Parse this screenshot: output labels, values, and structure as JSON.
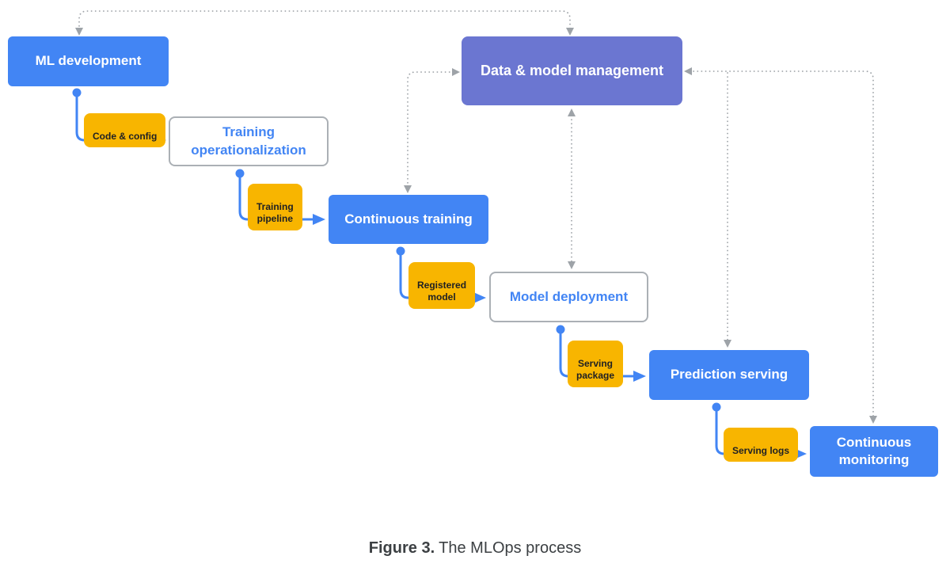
{
  "nodes": {
    "ml_development": {
      "label": "ML development"
    },
    "training_operationalization": {
      "label": "Training\noperationalization"
    },
    "continuous_training": {
      "label": "Continuous training"
    },
    "model_deployment": {
      "label": "Model deployment"
    },
    "prediction_serving": {
      "label": "Prediction serving"
    },
    "continuous_monitoring": {
      "label": "Continuous\nmonitoring"
    },
    "data_model_management": {
      "label": "Data & model management"
    }
  },
  "artifact_labels": {
    "code_config": "Code & config",
    "training_pipeline": "Training\npipeline",
    "registered_model": "Registered\nmodel",
    "serving_package": "Serving\npackage",
    "serving_logs": "Serving logs"
  },
  "caption": {
    "figure_label": "Figure 3.",
    "text": "The MLOps process"
  },
  "colors": {
    "node_blue": "#4285F4",
    "node_purple": "#6B76D1",
    "node_text": "#FFFFFF",
    "outline_border": "#ABB0B5",
    "outline_text": "#4285F4",
    "label_bg": "#F8B500",
    "label_text": "#202124",
    "connector_blue": "#4285F4",
    "connector_gray": "#9EA3A8",
    "caption_text": "#3C4043",
    "background": "#FFFFFF"
  }
}
